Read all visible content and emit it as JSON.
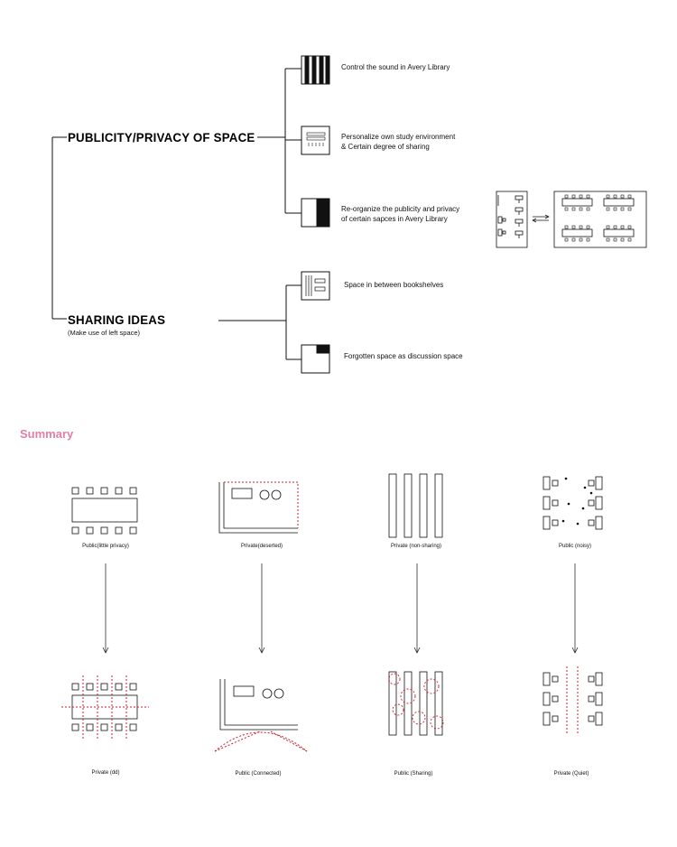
{
  "branches": {
    "publicity": {
      "title": "PUBLICITY/PRIVACY OF SPACE",
      "items": [
        {
          "icon": "vertical-stripes-icon",
          "lines": [
            "Control the sound in Avery Library"
          ]
        },
        {
          "icon": "study-panel-icon",
          "lines": [
            "Personalize own study environment",
            "& Certain degree of sharing"
          ]
        },
        {
          "icon": "half-black-square-icon",
          "lines": [
            "Re-organize the publicity and privacy",
            "of certain sapces in Avery Library"
          ]
        }
      ]
    },
    "sharing": {
      "title": "SHARING IDEAS",
      "note": "(Make use of left space)",
      "items": [
        {
          "icon": "bookshelf-gap-icon",
          "lines": [
            "Space in between bookshelves"
          ]
        },
        {
          "icon": "corner-square-icon",
          "lines": [
            "Forgotten space as discussion space"
          ]
        }
      ]
    }
  },
  "summary": {
    "heading": "Summary",
    "heading_color": "#e07fa8",
    "accent_color": "#cc1f2b",
    "columns": [
      {
        "before": "Public(little privacy)",
        "after": "Private (dd)"
      },
      {
        "before": "Private(deserted)",
        "after": "Public (Connected)"
      },
      {
        "before": "Private (non-sharing)",
        "after": "Public (Sharing)"
      },
      {
        "before": "Public (noisy)",
        "after": "Private (Quiet)"
      }
    ]
  }
}
